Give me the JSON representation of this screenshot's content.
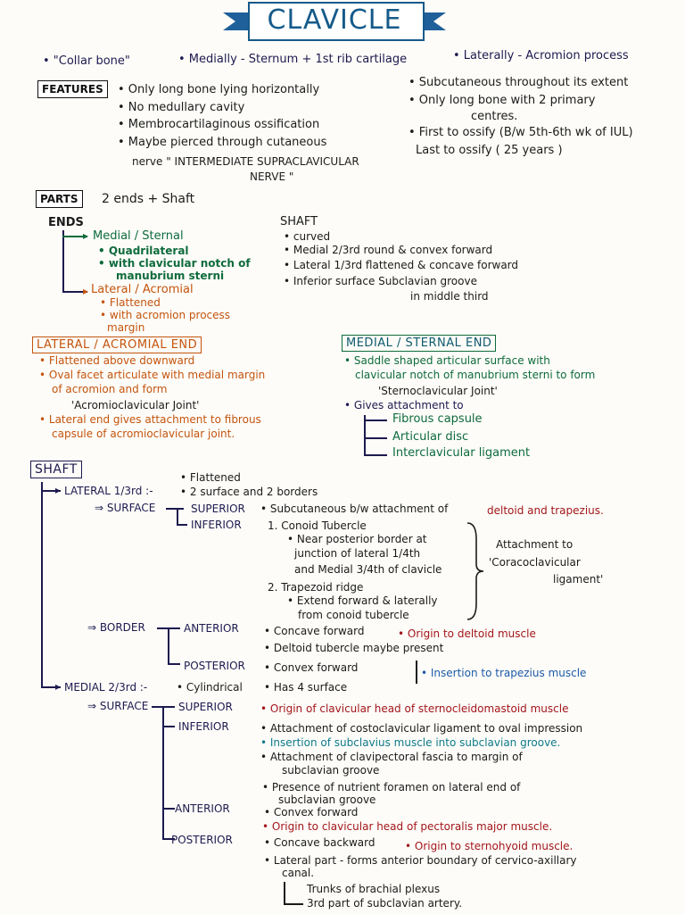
{
  "title": "CLAVICLE",
  "top": {
    "collar": "• \"Collar bone\"",
    "medially": "• Medially - Sternum + 1st rib cartilage",
    "laterally": "• Laterally - Acromion process"
  },
  "features": {
    "label": "FEATURES",
    "left": [
      "• Only long bone lying horizontally",
      "• No medullary cavity",
      "• Membrocartilaginous ossification",
      "• Maybe pierced through cutaneous",
      "nerve \" INTERMEDIATE SUPRACLAVICULAR",
      "NERVE \""
    ],
    "right": [
      "• Subcutaneous throughout its extent",
      "• Only long bone with 2 primary",
      "centres.",
      "• First to ossify (B/w 5th-6th wk of IUL)",
      "Last to ossify ( 25 years )"
    ]
  },
  "parts": {
    "label": "PARTS",
    "text": "2 ends + Shaft",
    "ends_label": "ENDS",
    "medial": "Medial / Sternal",
    "medial_items": [
      "• Quadrilateral",
      "• with clavicular notch of",
      "manubrium sterni"
    ],
    "lateral": "Lateral / Acromial",
    "lateral_items": [
      "• Flattened",
      "• with acromion process",
      "margin"
    ],
    "shaft_label": "SHAFT",
    "shaft_items": [
      "• curved",
      "• Medial 2/3rd   round & convex forward",
      "• Lateral 1/3rd   flattened & concave forward",
      "• Inferior surface     Subclavian groove",
      "in middle third"
    ]
  },
  "lateral_end": {
    "heading": "LATERAL / ACROMIAL END",
    "items": [
      "• Flattened above downward",
      "• Oval facet articulate with medial margin",
      "of acromion and form",
      "'Acromioclavicular Joint'",
      "• Lateral end gives attachment to fibrous",
      "capsule of acromioclavicular joint."
    ]
  },
  "medial_end": {
    "heading": "MEDIAL / STERNAL END",
    "items": [
      "• Saddle shaped articular surface with",
      "clavicular notch of manubrium sterni to form",
      "'Sternoclavicular Joint'",
      "• Gives attachment to"
    ],
    "attachments": [
      "Fibrous capsule",
      "Articular disc",
      "Interclavicular ligament"
    ]
  },
  "shaft": {
    "label": "SHAFT",
    "lateral_label": "LATERAL 1/3rd :-",
    "lateral_features": [
      "• Flattened",
      "• 2 surface and 2 borders"
    ],
    "surface_label": "⇒ SURFACE",
    "superior": "SUPERIOR",
    "superior_text": "• Subcutaneous b/w attachment of",
    "superior_text_red": "deltoid and trapezius.",
    "inferior": "INFERIOR",
    "inferior_items": [
      "1. Conoid Tubercle",
      "• Near posterior border at",
      "junction of lateral 1/4th",
      "and Medial 3/4th of clavicle",
      "2. Trapezoid ridge",
      "• Extend forward & laterally",
      "from conoid tubercle"
    ],
    "attachment_note": [
      "Attachment to",
      "'Coracoclavicular",
      "ligament'"
    ],
    "border_label": "⇒ BORDER",
    "anterior": "ANTERIOR",
    "anterior_items": [
      "• Concave forward",
      "• Deltoid tubercle maybe present"
    ],
    "anterior_origin": "• Origin to deltoid muscle",
    "posterior": "POSTERIOR",
    "posterior_text": "• Convex forward",
    "posterior_insertion": "• Insertion to trapezius muscle",
    "medial_label": "MEDIAL 2/3rd :-",
    "medial_features": [
      "• Cylindrical",
      "• Has 4 surface"
    ],
    "m_surface_label": "⇒ SURFACE",
    "m_superior": "SUPERIOR",
    "m_superior_text": "• Origin of clavicular head of sternocleidomastoid muscle",
    "m_inferior": "INFERIOR",
    "m_inferior_items": [
      "• Attachment of costoclavicular ligament to oval impression",
      "• Insertion of subclavius muscle into subclavian groove.",
      "• Attachment of clavipectoral fascia to margin of",
      "subclavian groove",
      "• Presence of nutrient foramen on lateral end of",
      "subclavian groove"
    ],
    "m_anterior": "ANTERIOR",
    "m_anterior_items": [
      "• Convex forward",
      "• Origin to clavicular head of pectoralis major muscle."
    ],
    "m_posterior": "POSTERIOR",
    "m_posterior_items": [
      "• Concave backward",
      "• Origin to sternohyoid muscle."
    ],
    "lateral_part": [
      "• Lateral part - forms anterior boundary of cervico-axillary",
      "canal."
    ],
    "canal_contents": [
      "Trunks of brachial plexus",
      "3rd part of subclavian artery."
    ]
  }
}
